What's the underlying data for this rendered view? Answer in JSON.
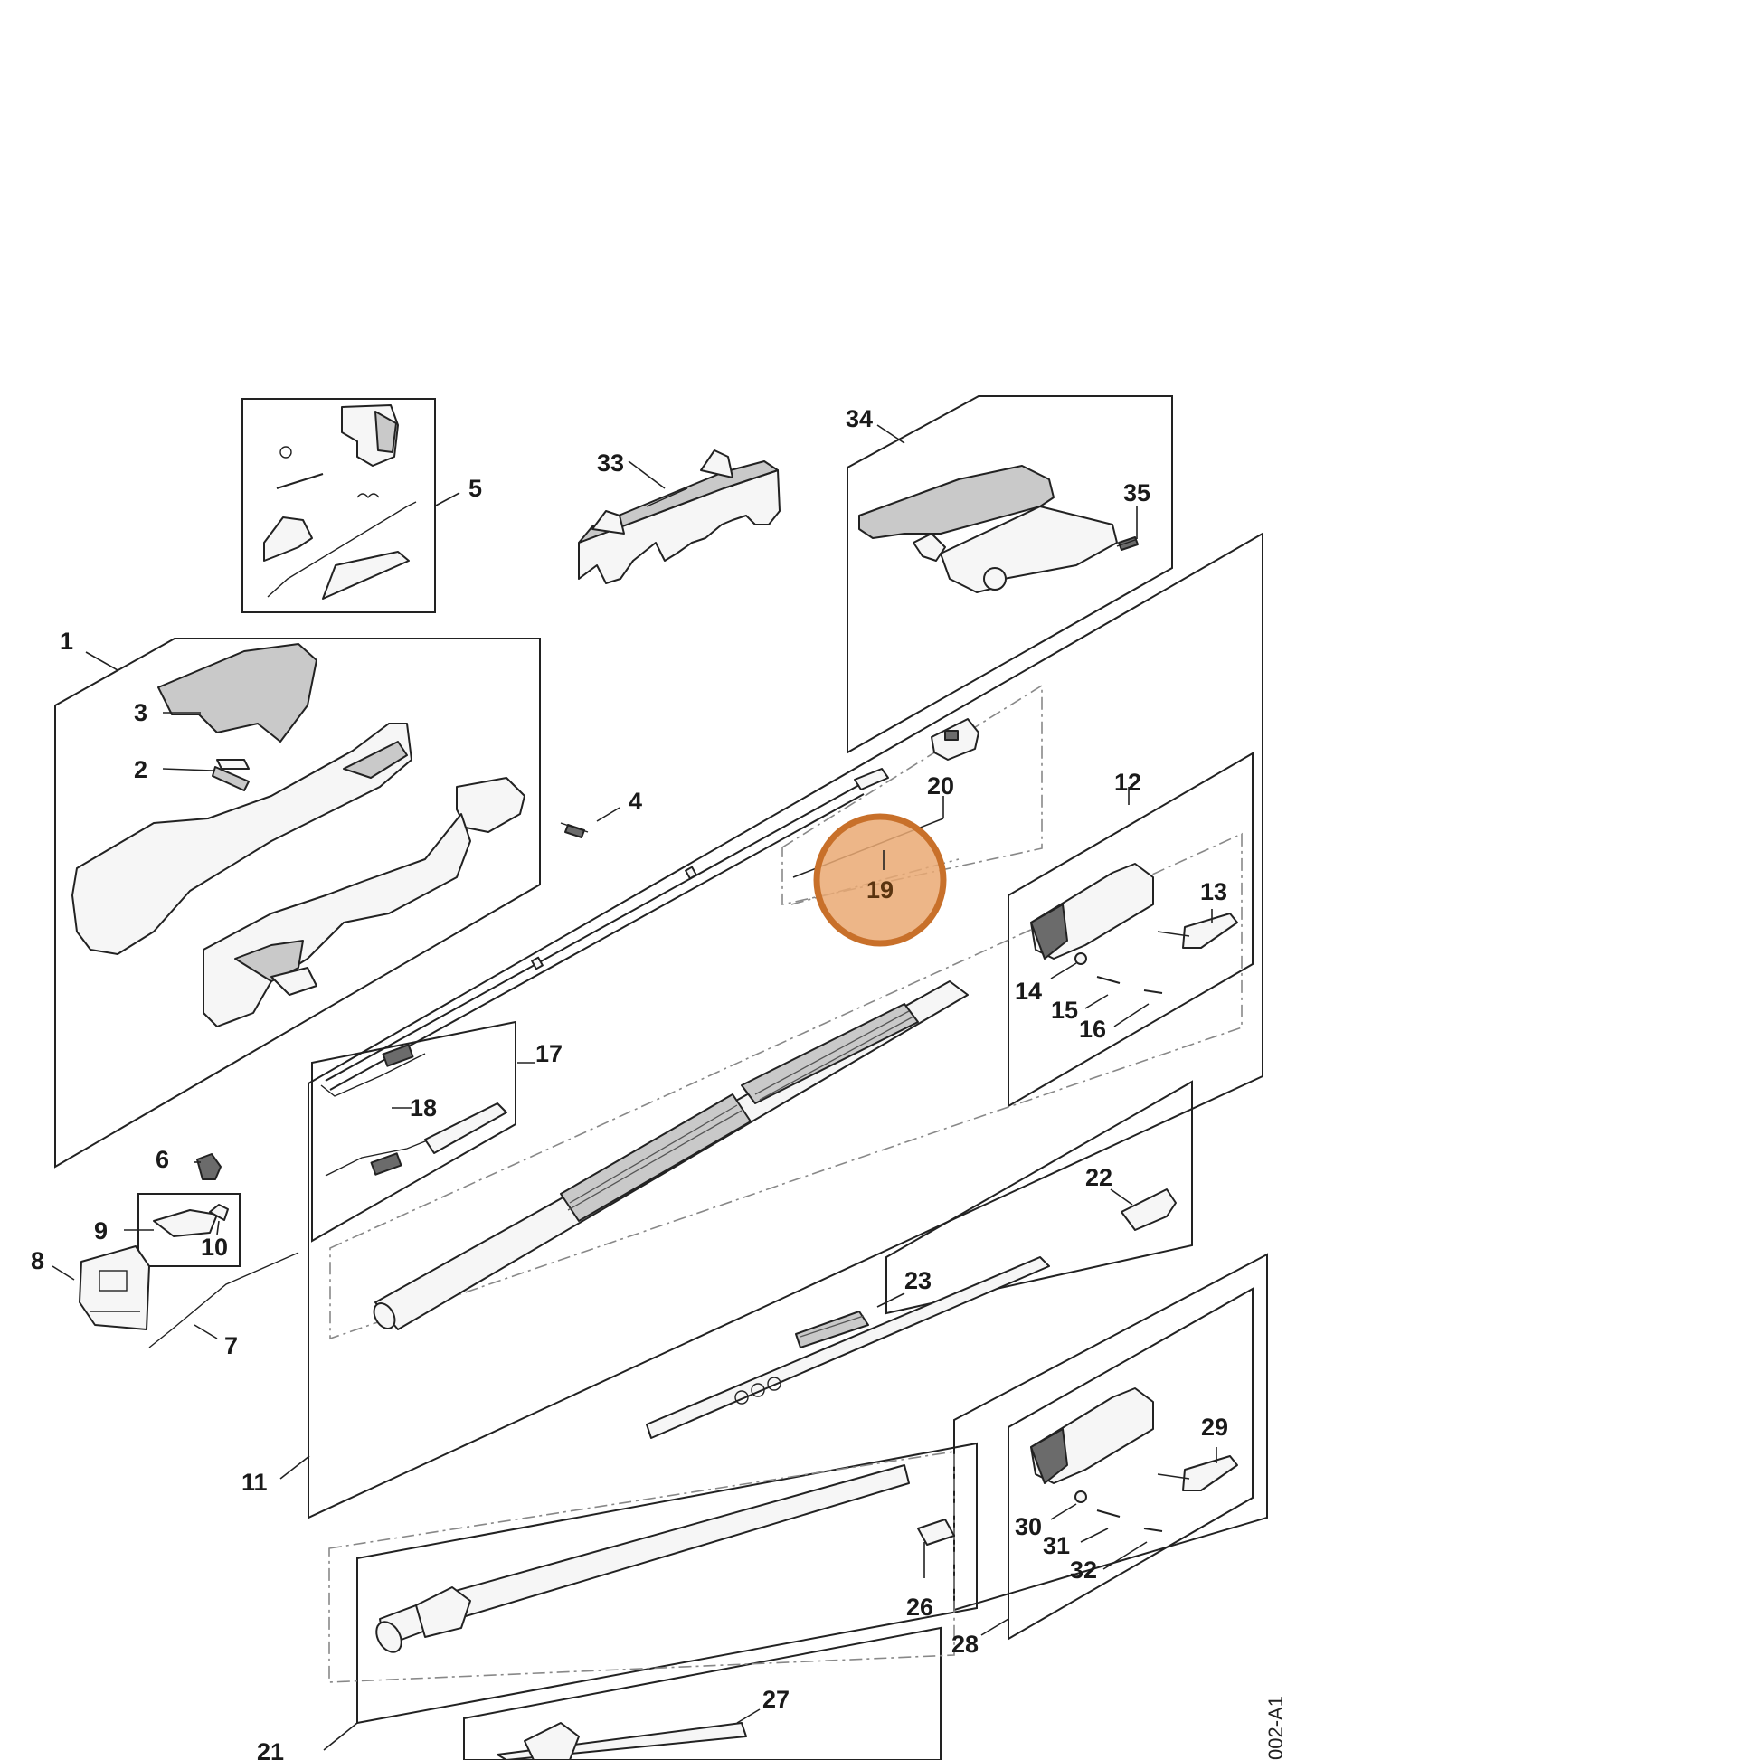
{
  "diagram": {
    "drawing_code": "002-A1",
    "highlight": {
      "label": "19",
      "color": "#c8702a",
      "fill": "#eaa973"
    },
    "callouts": [
      "1",
      "2",
      "3",
      "4",
      "5",
      "6",
      "7",
      "8",
      "9",
      "10",
      "11",
      "12",
      "13",
      "14",
      "15",
      "16",
      "17",
      "18",
      "20",
      "21",
      "22",
      "23",
      "26",
      "27",
      "28",
      "29",
      "30",
      "31",
      "32",
      "33",
      "34",
      "35"
    ]
  }
}
